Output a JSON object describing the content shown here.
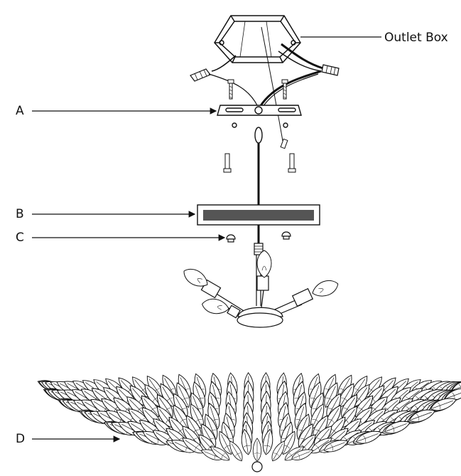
{
  "labels": {
    "outlet_box": "Outlet Box",
    "a": "A",
    "b": "B",
    "c": "C",
    "d": "D"
  },
  "colors": {
    "line": "#111111",
    "plate_fill": "#555555",
    "background": "#ffffff"
  }
}
